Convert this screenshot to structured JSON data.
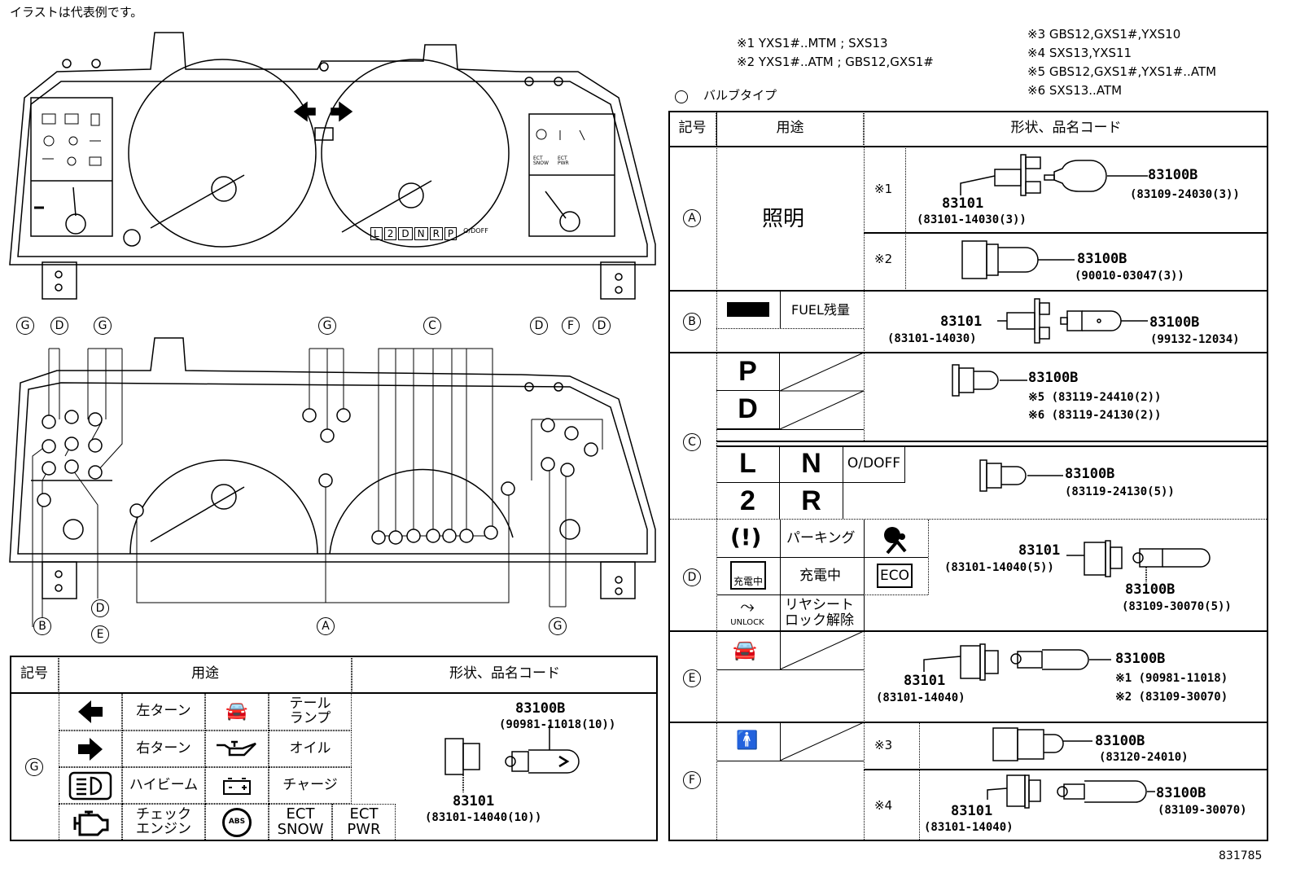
{
  "header_note": "イラストは代表例です。",
  "footnotes": {
    "n1": "※1 YXS1#..MTM ; SXS13",
    "n2": "※2 YXS1#..ATM ; GBS12,GXS1#",
    "n3": "※3 GBS12,GXS1#,YXS10",
    "n4": "※4 SXS13,YXS11",
    "n5": "※5 GBS12,GXS1#,YXS1#..ATM",
    "n6": "※6 SXS13..ATM"
  },
  "bulb_type_title": "バルブタイプ",
  "cluster": {
    "gear_indicator": [
      "L",
      "2",
      "D",
      "N",
      "R",
      "P"
    ],
    "od_off": "O/DOFF",
    "ect_snow": "ECT SNOW",
    "ect_pwr": "ECT PWR",
    "top_callouts": [
      "G",
      "D",
      "G",
      "G",
      "C",
      "D",
      "F",
      "D"
    ],
    "bottom_callouts": [
      "B",
      "D",
      "E",
      "A",
      "G"
    ]
  },
  "right_table": {
    "headers": {
      "symbol": "記号",
      "usage": "用途",
      "shape": "形状、品名コード"
    },
    "A": {
      "symbol": "A",
      "usage": "照明",
      "r1": {
        "note": "※1",
        "socket": "83101",
        "socket_code": "(83101-14030(3))",
        "bulb": "83100B",
        "bulb_code": "(83109-24030(3))"
      },
      "r2": {
        "note": "※2",
        "bulb": "83100B",
        "bulb_code": "(90010-03047(3))"
      }
    },
    "B": {
      "symbol": "B",
      "usage": "FUEL残量",
      "socket": "83101",
      "socket_code": "(83101-14030)",
      "bulb": "83100B",
      "bulb_code": "(99132-12034)"
    },
    "C": {
      "symbol": "C",
      "p": "P",
      "d": "D",
      "l": "L",
      "n": "N",
      "two": "2",
      "r": "R",
      "od_off": "O/DOFF",
      "bulb1": "83100B",
      "code1": "※5 (83119-24410(2))",
      "code2": "※6 (83119-24130(2))",
      "bulb2": "83100B",
      "code3": "(83119-24130(5))"
    },
    "D": {
      "symbol": "D",
      "parking": "パーキング",
      "charging": "充電中",
      "charging_icon_text": "充電中",
      "unlock_icon_text": "UNLOCK",
      "rear_seat": "リヤシート\nロック解除",
      "eco": "ECO",
      "socket": "83101",
      "socket_code": "(83101-14040(5))",
      "bulb": "83100B",
      "bulb_code": "(83109-30070(5))"
    },
    "E": {
      "symbol": "E",
      "socket": "83101",
      "socket_code": "(83101-14040)",
      "bulb": "83100B",
      "code1": "※1 (90981-11018)",
      "code2": "※2 (83109-30070)"
    },
    "F": {
      "symbol": "F",
      "r1": {
        "note": "※3",
        "bulb": "83100B",
        "bulb_code": "(83120-24010)"
      },
      "r2": {
        "note": "※4",
        "socket": "83101",
        "socket_code": "(83101-14040)",
        "bulb": "83100B",
        "bulb_code": "(83109-30070)"
      }
    }
  },
  "left_table": {
    "headers": {
      "symbol": "記号",
      "usage": "用途",
      "shape": "形状、品名コード"
    },
    "symbol": "G",
    "items": {
      "left_turn": "左ターン",
      "tail_lamp": "テール\nランプ",
      "right_turn": "右ターン",
      "oil": "オイル",
      "high_beam": "ハイビーム",
      "charge": "チャージ",
      "check_engine": "チェック\nエンジン",
      "ect_snow": "ECT\nSNOW",
      "ect_pwr": "ECT\nPWR",
      "abs_icon_text": "ABS"
    },
    "bulb": "83100B",
    "bulb_code": "(90981-11018(10))",
    "socket": "83101",
    "socket_code": "(83101-14040(10))"
  },
  "figure_number": "831785"
}
